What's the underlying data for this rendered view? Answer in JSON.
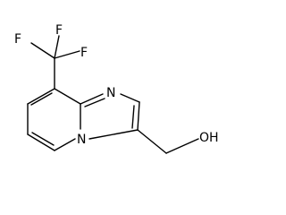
{
  "molecule": {
    "atoms": {
      "f_top": "F",
      "f_left": "F",
      "f_right": "F",
      "n_imidazole": "N",
      "n_bridge": "N",
      "hydroxyl": "OH"
    }
  }
}
